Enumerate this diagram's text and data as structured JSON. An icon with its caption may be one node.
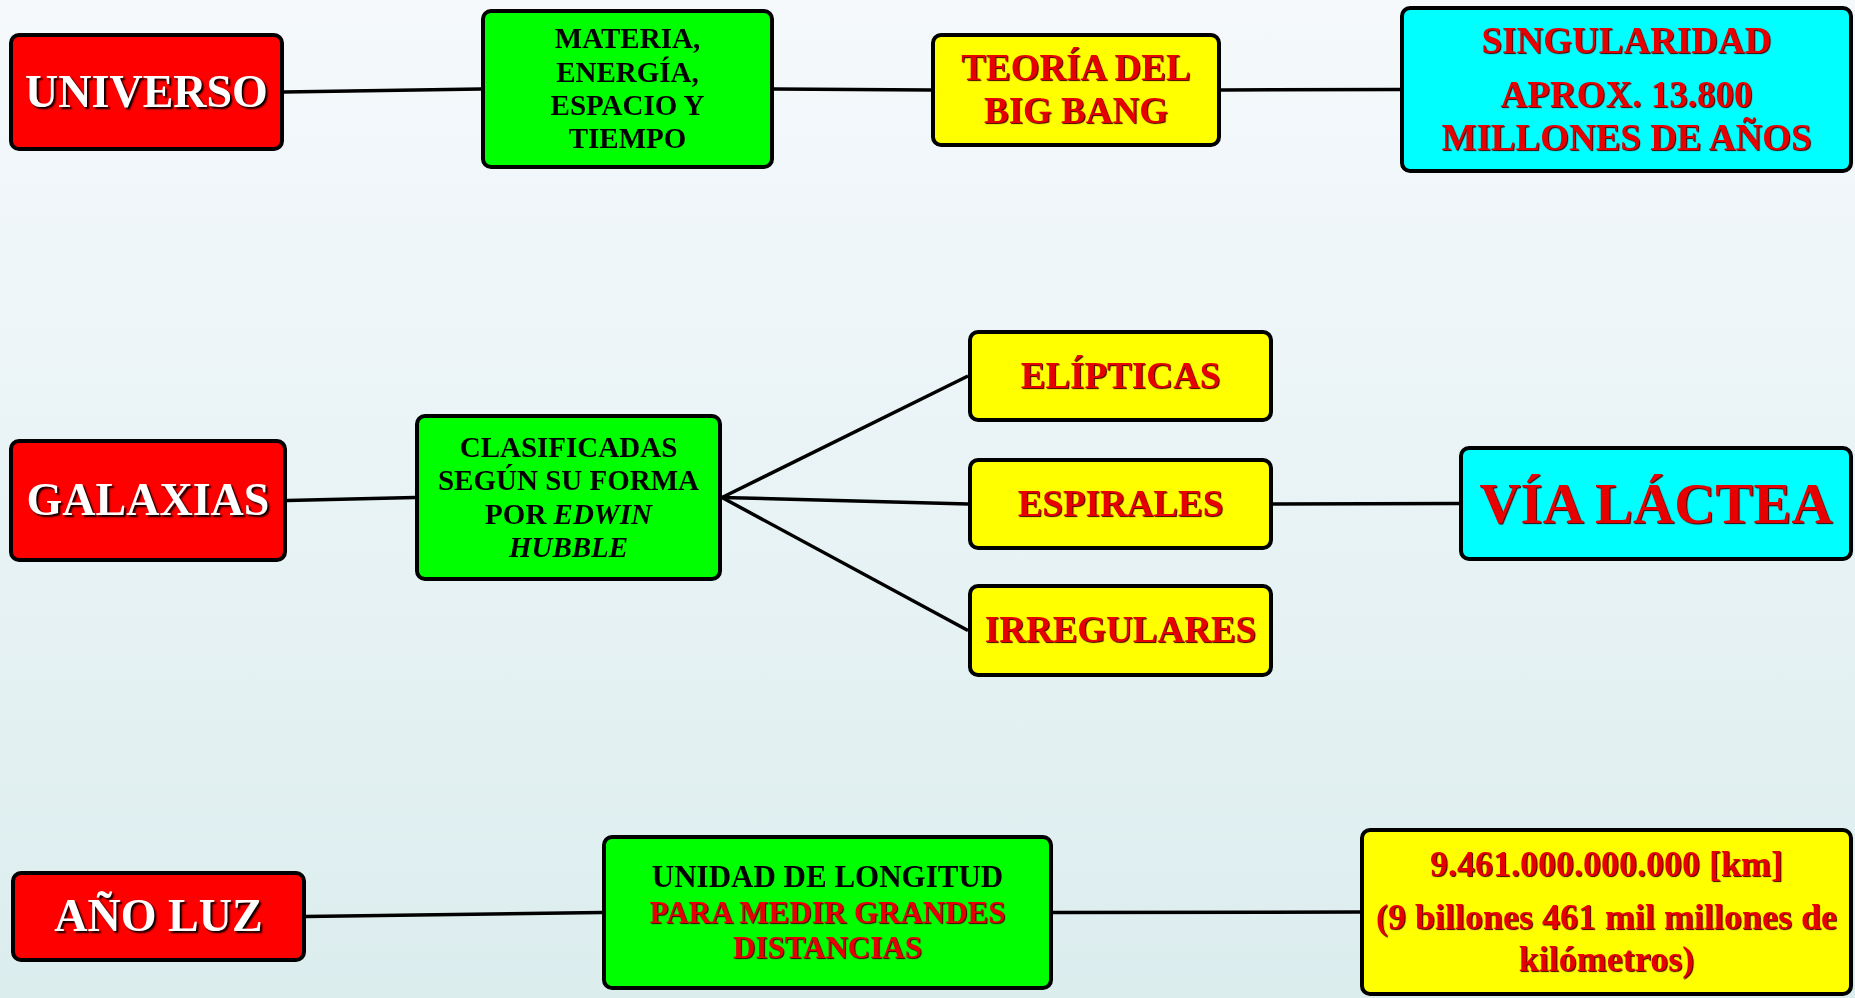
{
  "diagram": {
    "nodes": [
      {
        "text": [
          "UNIVERSO"
        ]
      },
      {
        "text": [
          "MATERIA, ENERGÍA, ESPACIO Y TIEMPO"
        ]
      },
      {
        "text": [
          "TEORÍA DEL BIG BANG"
        ]
      },
      {
        "text": [
          "SINGULARIDAD",
          "APROX. 13.800 MILLONES DE AÑOS"
        ]
      },
      {
        "text": [
          "GALAXIAS"
        ]
      },
      {
        "text": [
          "CLASIFICADAS SEGÚN SU FORMA POR *EDWIN HUBBLE*"
        ]
      },
      {
        "text": [
          "ELÍPTICAS"
        ]
      },
      {
        "text": [
          "ESPIRALES"
        ]
      },
      {
        "text": [
          "IRREGULARES"
        ]
      },
      {
        "text": [
          "VÍA LÁCTEA"
        ]
      },
      {
        "text": [
          "AÑO LUZ"
        ]
      },
      {
        "text": [
          "UNIDAD DE LONGITUD",
          "PARA MEDIR GRANDES DISTANCIAS"
        ]
      },
      {
        "text": [
          "9.461.000.000.000 [km]",
          "(9 billones 461 mil millones de kilómetros)"
        ]
      }
    ],
    "edges": [
      {
        "from": 0,
        "to": 1,
        "arrow": "none"
      },
      {
        "from": 1,
        "to": 2,
        "arrow": "none"
      },
      {
        "from": 2,
        "to": 3,
        "arrow": "none"
      },
      {
        "from": 4,
        "to": 5,
        "arrow": "none"
      },
      {
        "from": 5,
        "to": 6,
        "arrow": "none"
      },
      {
        "from": 5,
        "to": 7,
        "arrow": "none"
      },
      {
        "from": 5,
        "to": 8,
        "arrow": "none"
      },
      {
        "from": 7,
        "to": 9,
        "arrow": "none"
      },
      {
        "from": 10,
        "to": 11,
        "arrow": "none"
      },
      {
        "from": 11,
        "to": 12,
        "arrow": "none"
      }
    ]
  }
}
